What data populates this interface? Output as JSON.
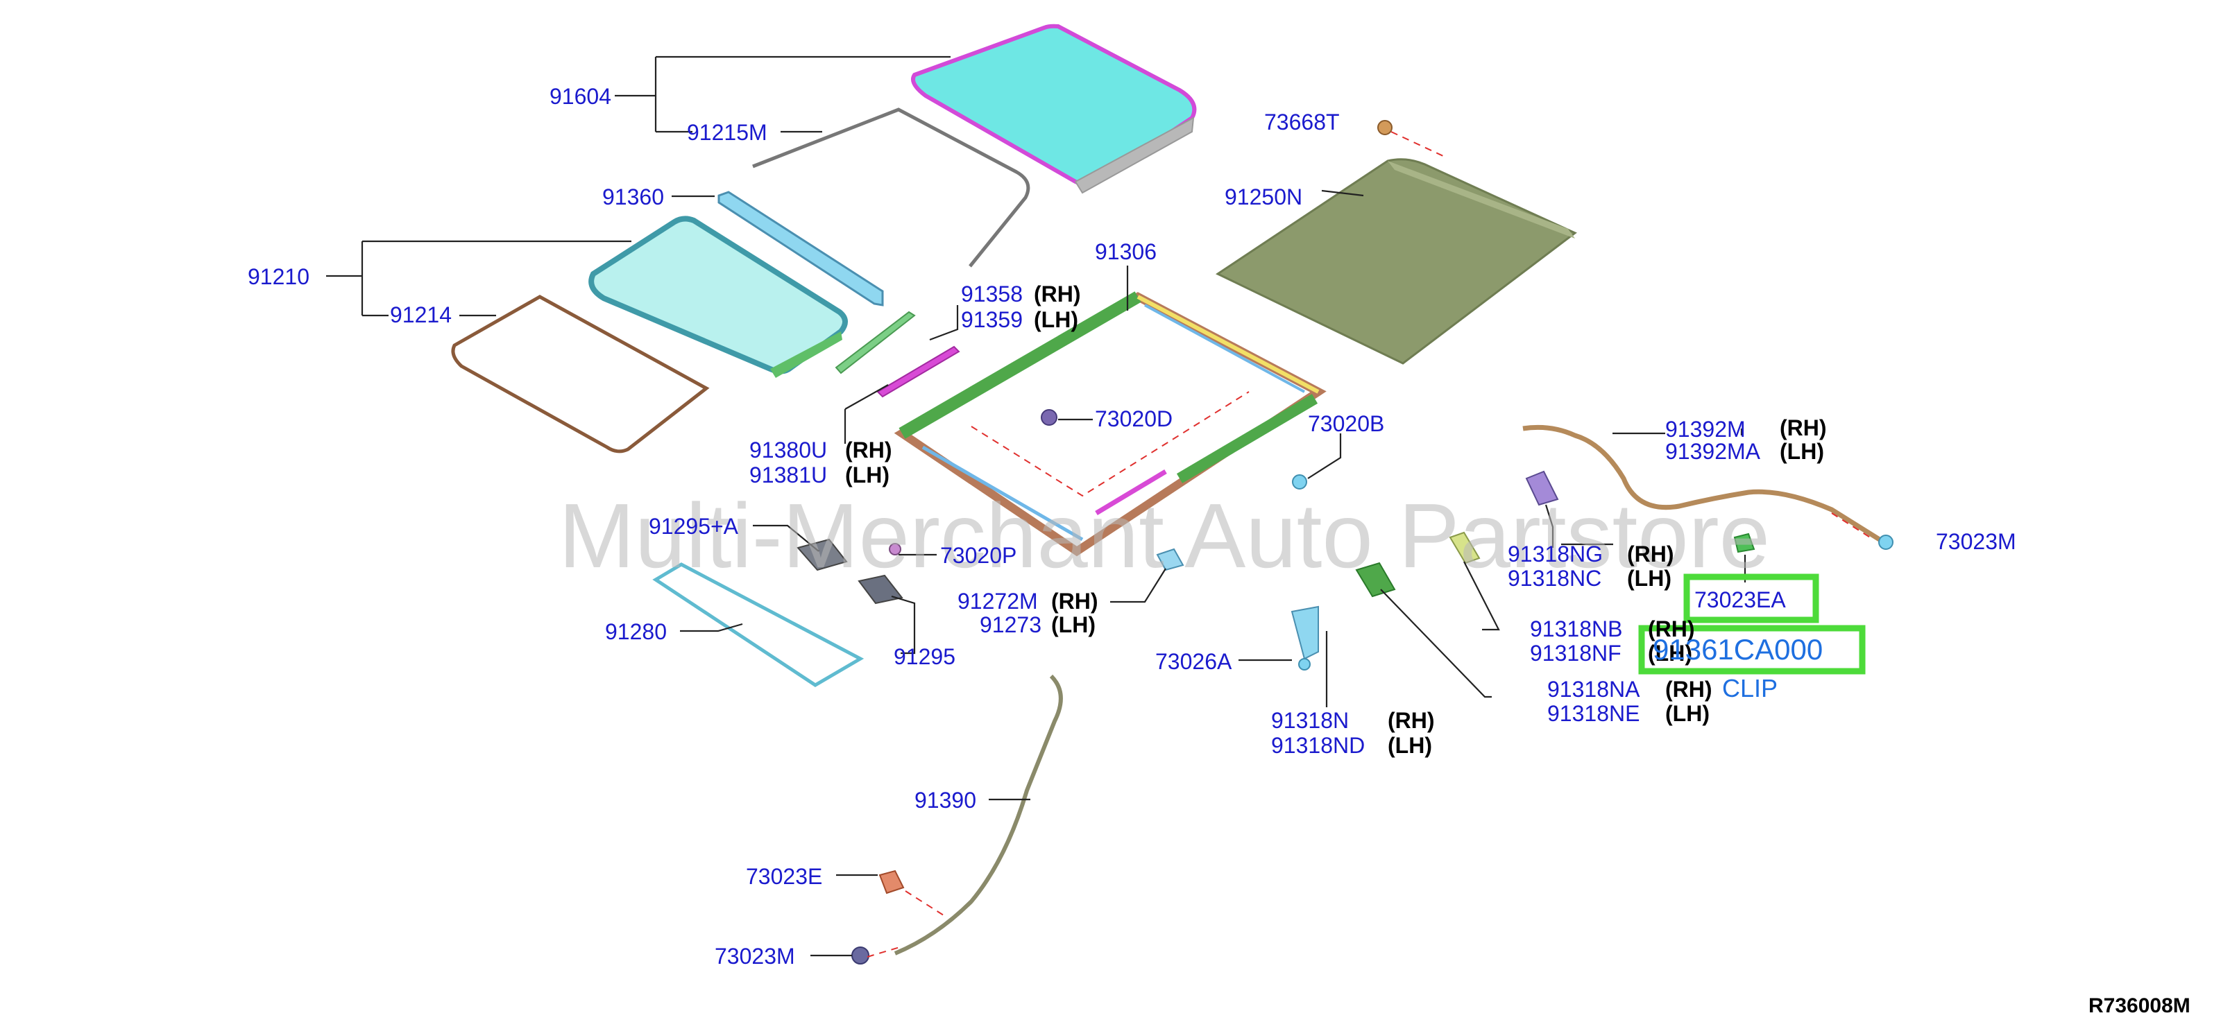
{
  "watermark": "Multi-Merchant Auto Partstore",
  "diagram_ref": "R736008M",
  "highlights": {
    "part_73023EA": "73023EA",
    "part_main": "91361CA000",
    "part_main_desc": "CLIP"
  },
  "colors": {
    "part_number": "#1a1acd",
    "highlight_box": "#4ddb3a",
    "highlight_text": "#1e6fe0",
    "glass_fill": "#6ee7e4",
    "shade_fill": "#8c9a6c",
    "frame_green": "#4fa84a",
    "leader_red": "#e0302e"
  },
  "labels": {
    "p91604": "91604",
    "p91215M": "91215M",
    "p73668T": "73668T",
    "p91250N": "91250N",
    "p91360": "91360",
    "p91210": "91210",
    "p91214": "91214",
    "p91306": "91306",
    "p91358": "91358",
    "p91358_side": "(RH)",
    "p91359": "91359",
    "p91359_side": "(LH)",
    "p73020D": "73020D",
    "p73020B": "73020B",
    "p91380U": "91380U",
    "p91380U_side": "(RH)",
    "p91381U": "91381U",
    "p91381U_side": "(LH)",
    "p91392M": "91392M",
    "p91392M_side": "(RH)",
    "p91392MA": "91392MA",
    "p91392MA_side": "(LH)",
    "p73023M_right": "73023M",
    "p91295A": "91295+A",
    "p73020P": "73020P",
    "p91318NG": "91318NG",
    "p91318NG_side": "(RH)",
    "p91318NC": "91318NC",
    "p91318NC_side": "(LH)",
    "p91272M": "91272M",
    "p91272M_side": "(RH)",
    "p91273": "91273",
    "p91273_side": "(LH)",
    "p91280": "91280",
    "p91295": "91295",
    "p91318NB": "91318NB",
    "p91318NB_side": "(RH)",
    "p91318NF": "91318NF",
    "p91318NF_side": "(LH)",
    "p73026A": "73026A",
    "p91318NA": "91318NA",
    "p91318NA_side": "(RH)",
    "p91318NE": "91318NE",
    "p91318NE_side": "(LH)",
    "p91318N": "91318N",
    "p91318N_side": "(RH)",
    "p91318ND": "91318ND",
    "p91318ND_side": "(LH)",
    "p91390": "91390",
    "p73023E": "73023E",
    "p73023M_bottom": "73023M"
  }
}
